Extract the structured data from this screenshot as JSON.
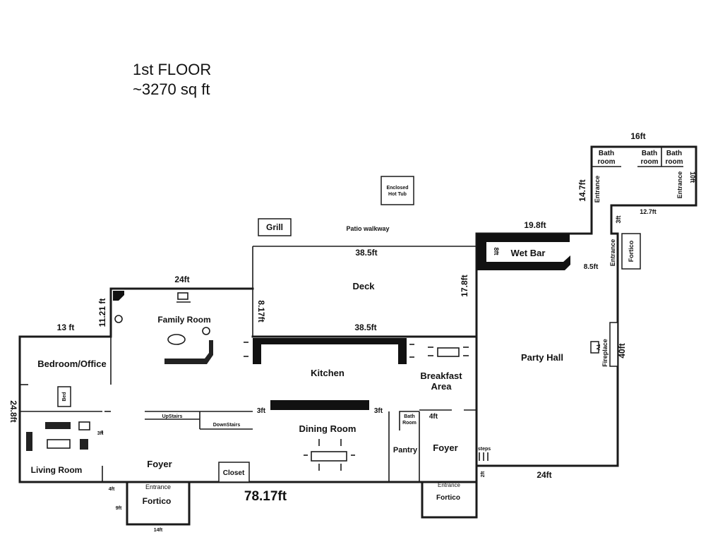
{
  "title": {
    "line1": "1st FLOOR",
    "line2": "~3270 sq ft"
  },
  "rooms": {
    "family_room": "Family Room",
    "bedroom_office": "Bedroom/Office",
    "living_room": "Living Room",
    "foyer_main": "Foyer",
    "kitchen": "Kitchen",
    "dining_room": "Dining Room",
    "breakfast_area_1": "Breakfast",
    "breakfast_area_2": "Area",
    "pantry": "Pantry",
    "foyer_right": "Foyer",
    "party_hall": "Party Hall",
    "deck": "Deck",
    "wet_bar": "Wet Bar",
    "bathroom_left_1": "Bath",
    "bathroom_left_2": "room",
    "bathroom_mid_1": "Bath",
    "bathroom_mid_2": "room",
    "bathroom_right_1": "Bath",
    "bathroom_right_2": "room",
    "small_bath_1": "Bath",
    "small_bath_2": "Room"
  },
  "fixtures": {
    "grill": "Grill",
    "hot_tub_1": "Enclosed",
    "hot_tub_2": "Hot Tub",
    "patio_walkway": "Patio walkway",
    "closet": "Closet",
    "bed": "Bed",
    "upstairs": "UpStairs",
    "downstairs": "DownStairs",
    "fireplace": "Fireplace",
    "tv": "TV",
    "steps": "steps"
  },
  "entrances": {
    "fortico_left": "Fortico",
    "fortico_mid": "Fortico",
    "fortico_right": "Fortico",
    "entrance_left": "Entrance",
    "entrance_mid": "Entrance",
    "entrance_right": "Entrance",
    "entrance_upper_a": "Entrance",
    "entrance_upper_b": "Entrance"
  },
  "dimensions": {
    "d_16ft": "16ft",
    "d_10ft": "10ft",
    "d_14_7ft": "14.7ft",
    "d_12_7ft": "12.7ft",
    "d_3ft_top": "3ft",
    "d_19_8ft": "19.8ft",
    "d_8ft": "8ft",
    "d_8_5ft": "8.5ft",
    "d_38_5ft_top": "38.5ft",
    "d_38_5ft_bottom": "38.5ft",
    "d_17_8ft": "17.8ft",
    "d_8_17ft": "8.17ft",
    "d_24ft_top": "24ft",
    "d_11_21ft": "11.21 ft",
    "d_13ft": "13 ft",
    "d_24_8ft": "24.8ft",
    "d_40ft": "40ft",
    "d_24ft_bottom": "24ft",
    "d_2ft": "2ft",
    "d_4ft_right": "4ft",
    "d_3ft_kitchen_left": "3ft",
    "d_3ft_kitchen_right": "3ft",
    "d_3ft_living": "3ft",
    "d_78_17ft": "78.17ft",
    "d_4ft_left": "4ft",
    "d_9ft": "9ft",
    "d_14ft": "14ft"
  }
}
